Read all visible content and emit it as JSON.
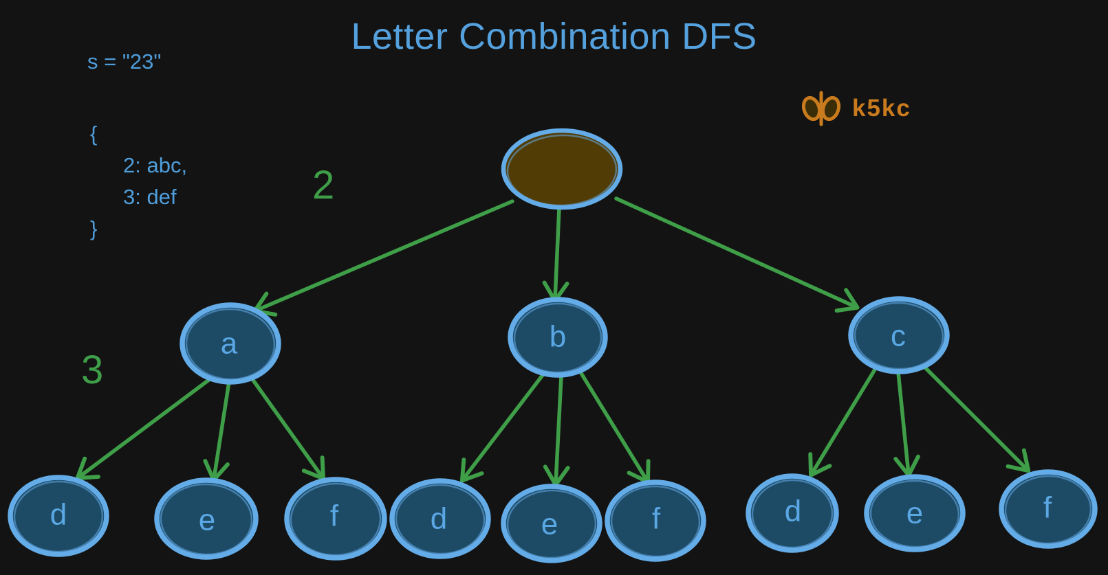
{
  "title": "Letter Combination DFS",
  "annotations": {
    "input": "s = \"23\"",
    "mapping": {
      "open": "{",
      "entries": [
        "2: abc,",
        "3: def"
      ],
      "close": "}"
    },
    "level_labels": [
      "2",
      "3"
    ]
  },
  "logo": {
    "icon": "butterfly-icon",
    "text": "k5kc"
  },
  "colors": {
    "background": "#131313",
    "title_blue": "#55a1de",
    "code_blue": "#4f9edb",
    "node_stroke_blue": "#64ace8",
    "node_fill_blue": "#1d4b66",
    "node_letter_blue": "#5aa7e4",
    "root_fill_brown": "#523c05",
    "edge_green": "#3f9e48",
    "logo_orange": "#c97b1e"
  },
  "tree": {
    "root": {
      "label": ""
    },
    "children": [
      {
        "label": "a",
        "children": [
          {
            "label": "d"
          },
          {
            "label": "e"
          },
          {
            "label": "f"
          }
        ]
      },
      {
        "label": "b",
        "children": [
          {
            "label": "d"
          },
          {
            "label": "e"
          },
          {
            "label": "f"
          }
        ]
      },
      {
        "label": "c",
        "children": [
          {
            "label": "d"
          },
          {
            "label": "e"
          },
          {
            "label": "f"
          }
        ]
      }
    ]
  }
}
